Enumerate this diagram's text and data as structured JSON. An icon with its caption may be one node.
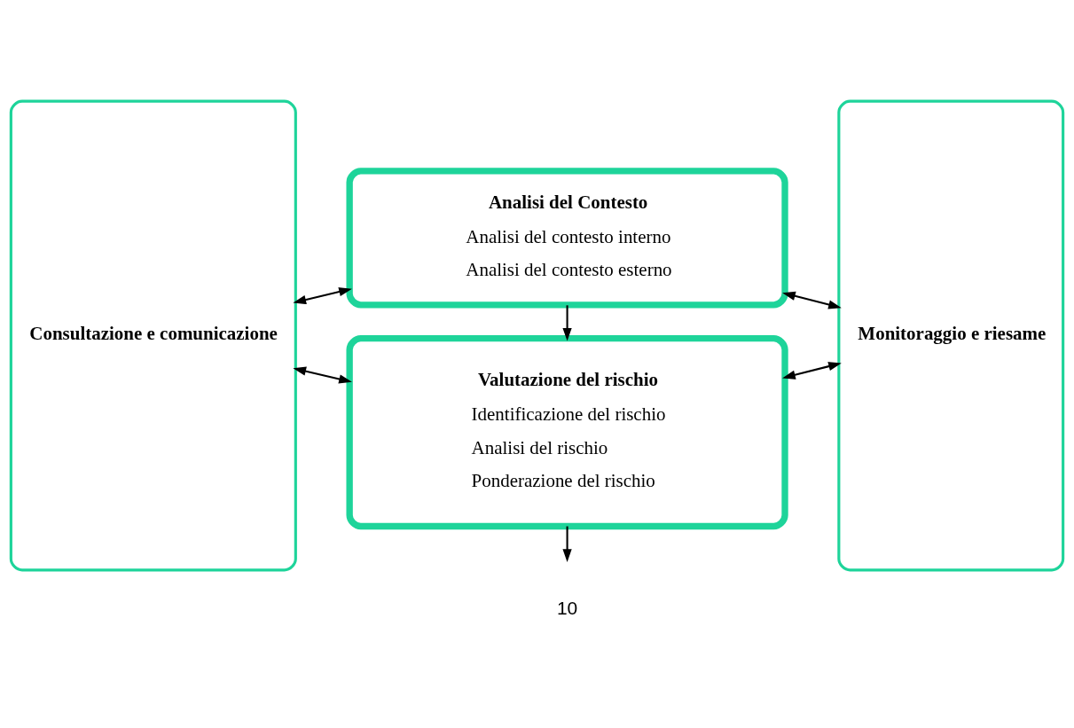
{
  "diagram": {
    "nodes": [
      {
        "text": [
          "Consultazione e comunicazione"
        ]
      },
      {
        "text": [
          "Analisi del Contesto",
          "Analisi del contesto interno",
          "Analisi del contesto esterno"
        ]
      },
      {
        "text": [
          "Valutazione del rischio",
          "Identificazione del rischio",
          "Analisi del rischio",
          "Ponderazione del rischio"
        ]
      },
      {
        "text": [
          "Monitoraggio e riesame"
        ]
      }
    ],
    "edges": [
      {
        "from": 0,
        "to": 1,
        "arrow": "both"
      },
      {
        "from": 1,
        "to": 3,
        "arrow": "both"
      },
      {
        "from": 1,
        "to": 2,
        "arrow": "to"
      },
      {
        "from": 0,
        "to": 2,
        "arrow": "both"
      },
      {
        "from": 2,
        "to": 3,
        "arrow": "both"
      },
      {
        "from": 2,
        "to": null,
        "arrow": "to"
      }
    ],
    "labels": [
      "10"
    ]
  }
}
